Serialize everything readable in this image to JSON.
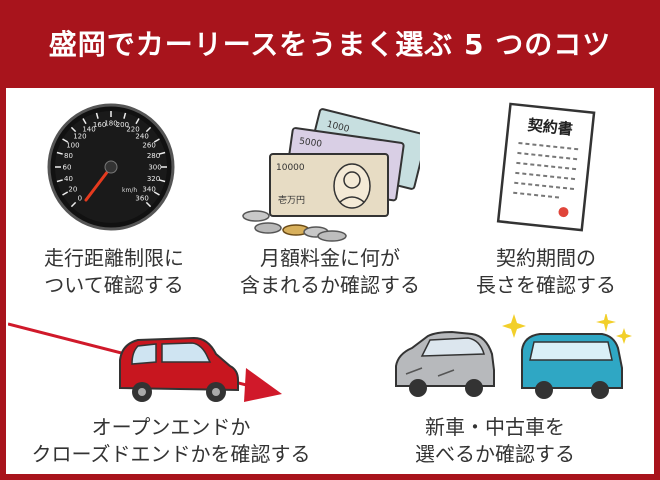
{
  "header": {
    "title": "盛岡でカーリースをうまく選ぶ 5 つのコツ"
  },
  "colors": {
    "header_bg": "#a8141c",
    "panel_bg": "#ffffff",
    "text": "#333333",
    "accent_red": "#d0192a"
  },
  "tips": [
    {
      "icon": "speedometer-icon",
      "line1": "走行距離制限に",
      "line2": "ついて確認する",
      "gauge": {
        "ticks": [
          "0",
          "20",
          "40",
          "60",
          "80",
          "100",
          "120",
          "140",
          "160",
          "180",
          "200",
          "220",
          "240",
          "260",
          "280",
          "300",
          "320",
          "340",
          "360"
        ],
        "unit": "km/h"
      }
    },
    {
      "icon": "money-icon",
      "line1": "月額料金に何が",
      "line2": "含まれるか確認する",
      "notes": [
        "1000",
        "5000",
        "10000"
      ],
      "note_label": "壱万円"
    },
    {
      "icon": "contract-icon",
      "line1": "契約期間の",
      "line2": "長さを確認する",
      "doc_title": "契約書"
    },
    {
      "icon": "car-arrow-icon",
      "line1": "オープンエンドか",
      "line2": "クローズドエンドかを確認する"
    },
    {
      "icon": "new-used-cars-icon",
      "line1": "新車・中古車を",
      "line2": "選べるか確認する"
    }
  ]
}
